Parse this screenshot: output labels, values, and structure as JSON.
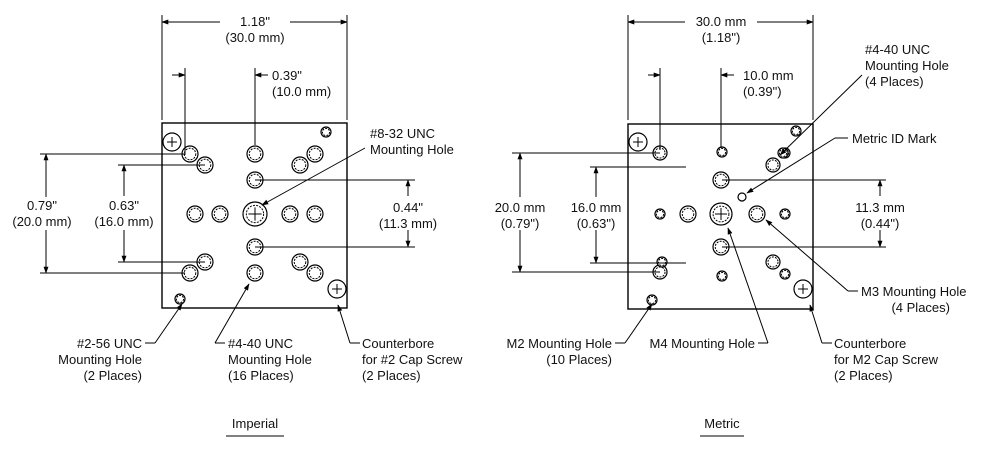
{
  "colors": {
    "line": "#000000",
    "text": "#111111",
    "background": "#ffffff"
  },
  "imperial": {
    "title": "Imperial",
    "width_dim": [
      "1.18\"",
      "(30.0 mm)"
    ],
    "pitch_dim": [
      "0.39\"",
      "(10.0 mm)"
    ],
    "outer_v_dim": [
      "0.79\"",
      "(20.0 mm)"
    ],
    "inner_v_dim": [
      "0.63\"",
      "(16.0 mm)"
    ],
    "right_v_dim": [
      "0.44\"",
      "(11.3 mm)"
    ],
    "center_hole_label": [
      "#8-32 UNC",
      "Mounting Hole"
    ],
    "small_hole_label": [
      "#2-56 UNC",
      "Mounting Hole",
      "(2 Places)"
    ],
    "grid_hole_label": [
      "#4-40 UNC",
      "Mounting Hole",
      "(16 Places)"
    ],
    "counterbore_label": [
      "Counterbore",
      "for #2 Cap Screw",
      "(2 Places)"
    ]
  },
  "metric": {
    "title": "Metric",
    "width_dim": [
      "30.0 mm",
      "(1.18\")"
    ],
    "pitch_dim": [
      "10.0 mm",
      "(0.39\")"
    ],
    "outer_v_dim": [
      "20.0 mm",
      "(0.79\")"
    ],
    "inner_v_dim": [
      "16.0 mm",
      "(0.63\")"
    ],
    "right_v_dim": [
      "11.3 mm",
      "(0.44\")"
    ],
    "unc_hole_label": [
      "#4-40 UNC",
      "Mounting Hole",
      "(4 Places)"
    ],
    "id_mark_label": "Metric ID Mark",
    "m3_label": [
      "M3 Mounting Hole",
      "(4 Places)"
    ],
    "m2_label": [
      "M2 Mounting Hole",
      "(10 Places)"
    ],
    "m4_label": "M4 Mounting Hole",
    "counterbore_label": [
      "Counterbore",
      "for M2 Cap Screw",
      "(2 Places)"
    ]
  }
}
